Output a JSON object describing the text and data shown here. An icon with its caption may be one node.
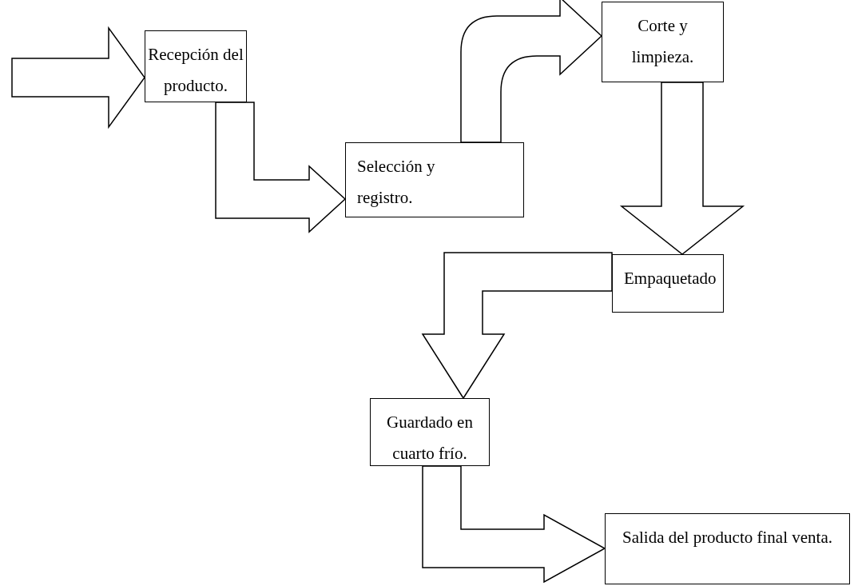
{
  "diagram": {
    "nodes": [
      {
        "text": [
          "Recepción del producto."
        ]
      },
      {
        "text": [
          "Selección y registro."
        ]
      },
      {
        "text": [
          "Corte y limpieza."
        ]
      },
      {
        "text": [
          "Empaquetado"
        ]
      },
      {
        "text": [
          "Guardado en cuarto frío."
        ]
      },
      {
        "text": [
          "Salida del producto final venta."
        ]
      }
    ],
    "edges": [
      {
        "from": null,
        "to": 0,
        "arrow": "to"
      },
      {
        "from": 0,
        "to": 1,
        "arrow": "to"
      },
      {
        "from": 1,
        "to": 2,
        "arrow": "to"
      },
      {
        "from": 2,
        "to": 3,
        "arrow": "to"
      },
      {
        "from": 3,
        "to": 4,
        "arrow": "to"
      },
      {
        "from": 4,
        "to": 5,
        "arrow": "to"
      }
    ]
  }
}
